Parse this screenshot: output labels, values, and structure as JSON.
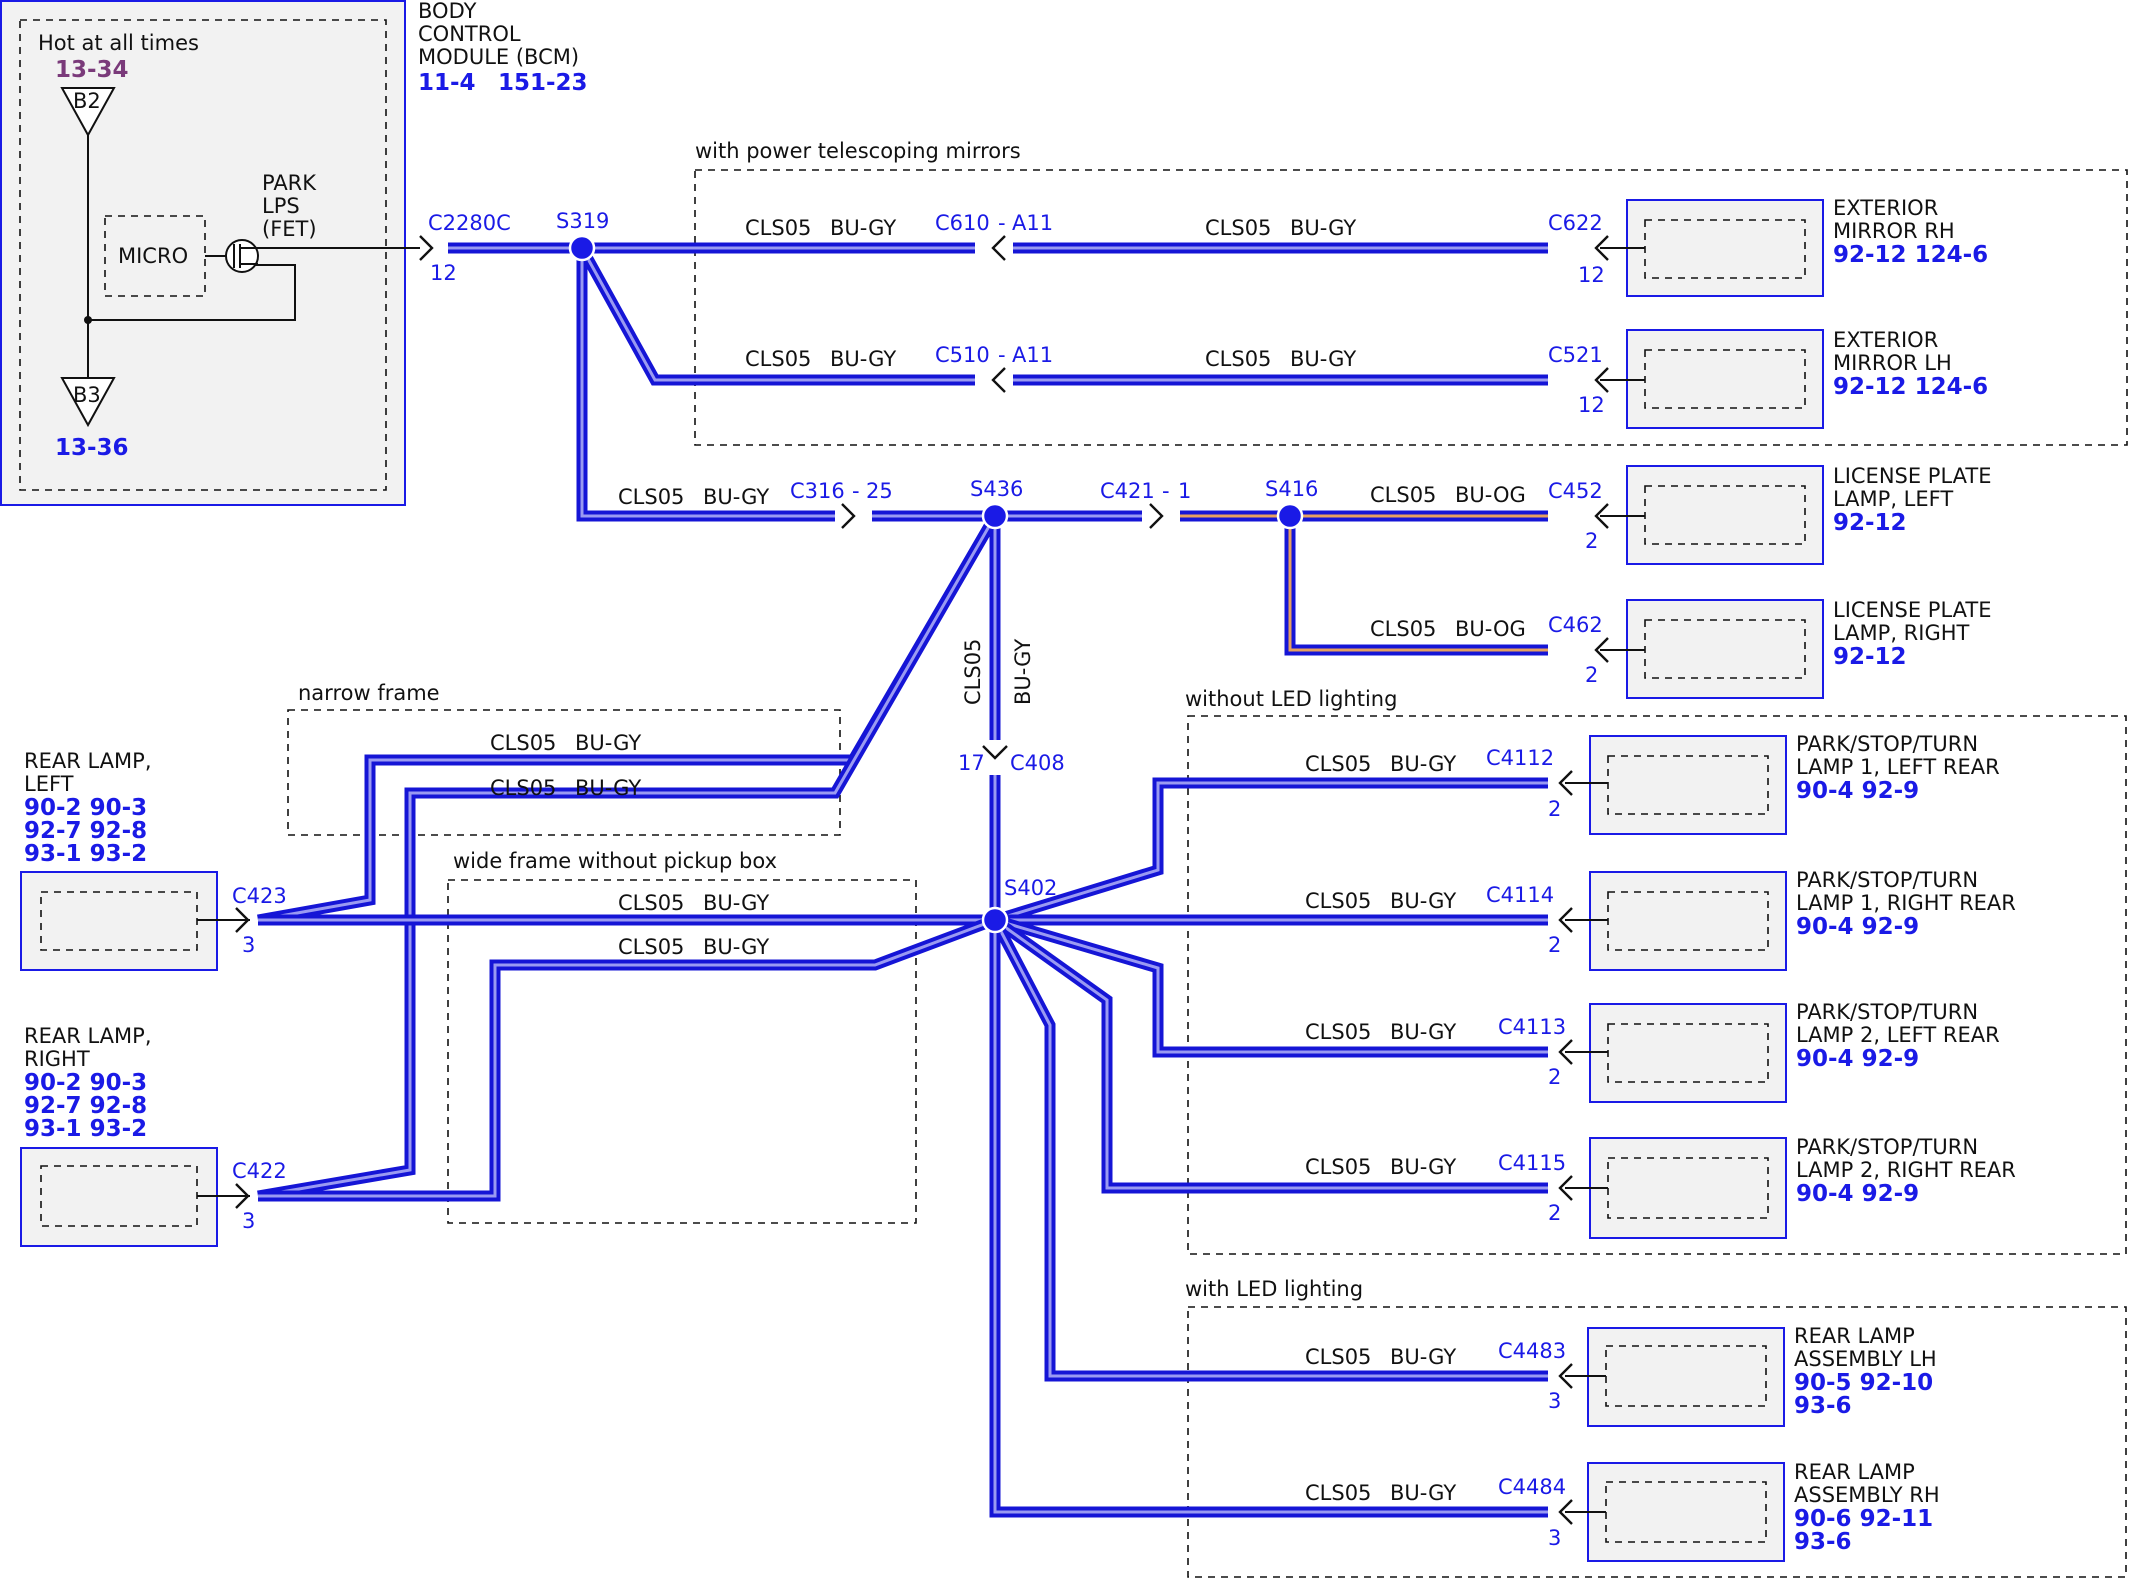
{
  "bcm": {
    "title_1": "BODY",
    "title_2": "CONTROL",
    "title_3": "MODULE (BCM)",
    "ref_a": "11-4",
    "ref_b": "151-23",
    "hot_label": "Hot at all times",
    "fuse_top_ref": "13-34",
    "fuse_top": "B2",
    "fuse_bottom": "B3",
    "fuse_bottom_ref": "13-36",
    "micro": "MICRO",
    "park_1": "PARK",
    "park_2": "LPS",
    "park_3": "(FET)",
    "connector": "C2280C",
    "pin": "12"
  },
  "groups": {
    "mirrors": "with power telescoping mirrors",
    "narrow": "narrow frame",
    "wide": "wide frame without pickup box",
    "no_led": "without LED lighting",
    "led": "with LED lighting"
  },
  "splices": {
    "s319": "S319",
    "s436": "S436",
    "s416": "S416",
    "s402": "S402"
  },
  "wires": {
    "circuit": "CLS05",
    "bu_gy": "BU-GY",
    "bu_og": "BU-OG"
  },
  "inline": {
    "c610": "C610",
    "c610_pin": "A11",
    "c510": "C510",
    "c510_pin": "A11",
    "c316": "C316",
    "c316_pin": "25",
    "c421": "C421",
    "c421_pin": "1",
    "c408": "C408",
    "c408_pin": "17",
    "dash": "-"
  },
  "components": {
    "mirror_rh": {
      "name_1": "EXTERIOR",
      "name_2": "MIRROR RH",
      "refs": "92-12 124-6",
      "connector": "C622",
      "pin": "12"
    },
    "mirror_lh": {
      "name_1": "EXTERIOR",
      "name_2": "MIRROR LH",
      "refs": "92-12 124-6",
      "connector": "C521",
      "pin": "12"
    },
    "plate_left": {
      "name_1": "LICENSE PLATE",
      "name_2": "LAMP, LEFT",
      "refs": "92-12",
      "connector": "C452",
      "pin": "2"
    },
    "plate_right": {
      "name_1": "LICENSE PLATE",
      "name_2": "LAMP, RIGHT",
      "refs": "92-12",
      "connector": "C462",
      "pin": "2"
    },
    "pst_1l": {
      "name_1": "PARK/STOP/TURN",
      "name_2": "LAMP 1, LEFT REAR",
      "refs": "90-4  92-9",
      "connector": "C4112",
      "pin": "2"
    },
    "pst_1r": {
      "name_1": "PARK/STOP/TURN",
      "name_2": "LAMP 1, RIGHT REAR",
      "refs": "90-4  92-9",
      "connector": "C4114",
      "pin": "2"
    },
    "pst_2l": {
      "name_1": "PARK/STOP/TURN",
      "name_2": "LAMP 2, LEFT REAR",
      "refs": "90-4  92-9",
      "connector": "C4113",
      "pin": "2"
    },
    "pst_2r": {
      "name_1": "PARK/STOP/TURN",
      "name_2": "LAMP 2, RIGHT REAR",
      "refs": "90-4  92-9",
      "connector": "C4115",
      "pin": "2"
    },
    "rear_lh": {
      "name_1": "REAR LAMP",
      "name_2": "ASSEMBLY LH",
      "refs_1": "90-5  92-10",
      "refs_2": "93-6",
      "connector": "C4483",
      "pin": "3"
    },
    "rear_rh": {
      "name_1": "REAR LAMP",
      "name_2": "ASSEMBLY RH",
      "refs_1": "90-6  92-11",
      "refs_2": "93-6",
      "connector": "C4484",
      "pin": "3"
    },
    "rear_left": {
      "name_1": "REAR LAMP,",
      "name_2": "LEFT",
      "refs_1": "90-2  90-3",
      "refs_2": "92-7  92-8",
      "refs_3": "93-1  93-2",
      "connector": "C423",
      "pin": "3"
    },
    "rear_right": {
      "name_1": "REAR LAMP,",
      "name_2": "RIGHT",
      "refs_1": "90-2  90-3",
      "refs_2": "92-7  92-8",
      "refs_3": "93-1  93-2",
      "connector": "C422",
      "pin": "3"
    }
  },
  "colors": {
    "wire": "#1515d6",
    "wire_stripe": "#9a9af2",
    "orange_stripe": "#e6a060",
    "reference_blue": "#1a1ae6",
    "reference_purple": "#7a3a7a",
    "module_fill": "#f2f2f2"
  }
}
